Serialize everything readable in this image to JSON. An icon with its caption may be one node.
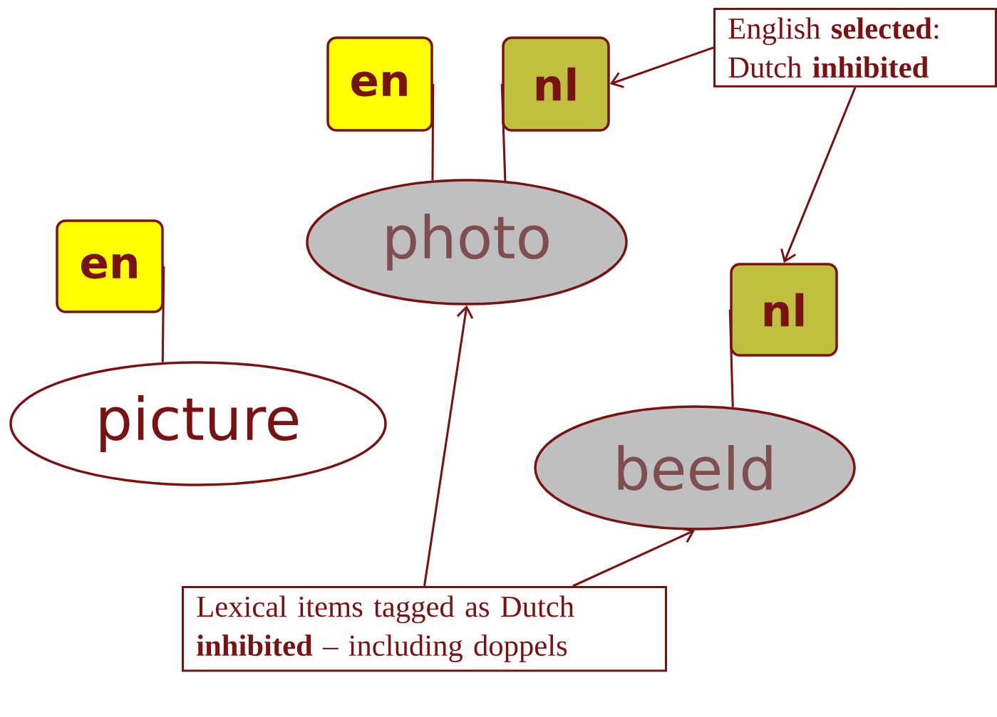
{
  "diagram": {
    "nodes": [
      {
        "text": [
          "en"
        ]
      },
      {
        "text": [
          "picture"
        ]
      },
      {
        "text": [
          "en"
        ]
      },
      {
        "text": [
          "nl"
        ]
      },
      {
        "text": [
          "photo"
        ]
      },
      {
        "text": [
          "English **selected**: Dutch **inhibited**"
        ]
      },
      {
        "text": [
          "nl"
        ]
      },
      {
        "text": [
          "beeld"
        ]
      },
      {
        "text": [
          "Lexical items tagged as Dutch **inhibited** – including doppels"
        ]
      }
    ],
    "edges": [
      {
        "from": 0,
        "to": 1,
        "arrow": "none"
      },
      {
        "from": 2,
        "to": 4,
        "arrow": "none"
      },
      {
        "from": 3,
        "to": 4,
        "arrow": "none"
      },
      {
        "from": 6,
        "to": 7,
        "arrow": "none"
      },
      {
        "from": 5,
        "to": 3,
        "arrow": "to"
      },
      {
        "from": 5,
        "to": 6,
        "arrow": "to"
      },
      {
        "from": 8,
        "to": 4,
        "arrow": "to"
      },
      {
        "from": 8,
        "to": 7,
        "arrow": "to"
      }
    ]
  }
}
